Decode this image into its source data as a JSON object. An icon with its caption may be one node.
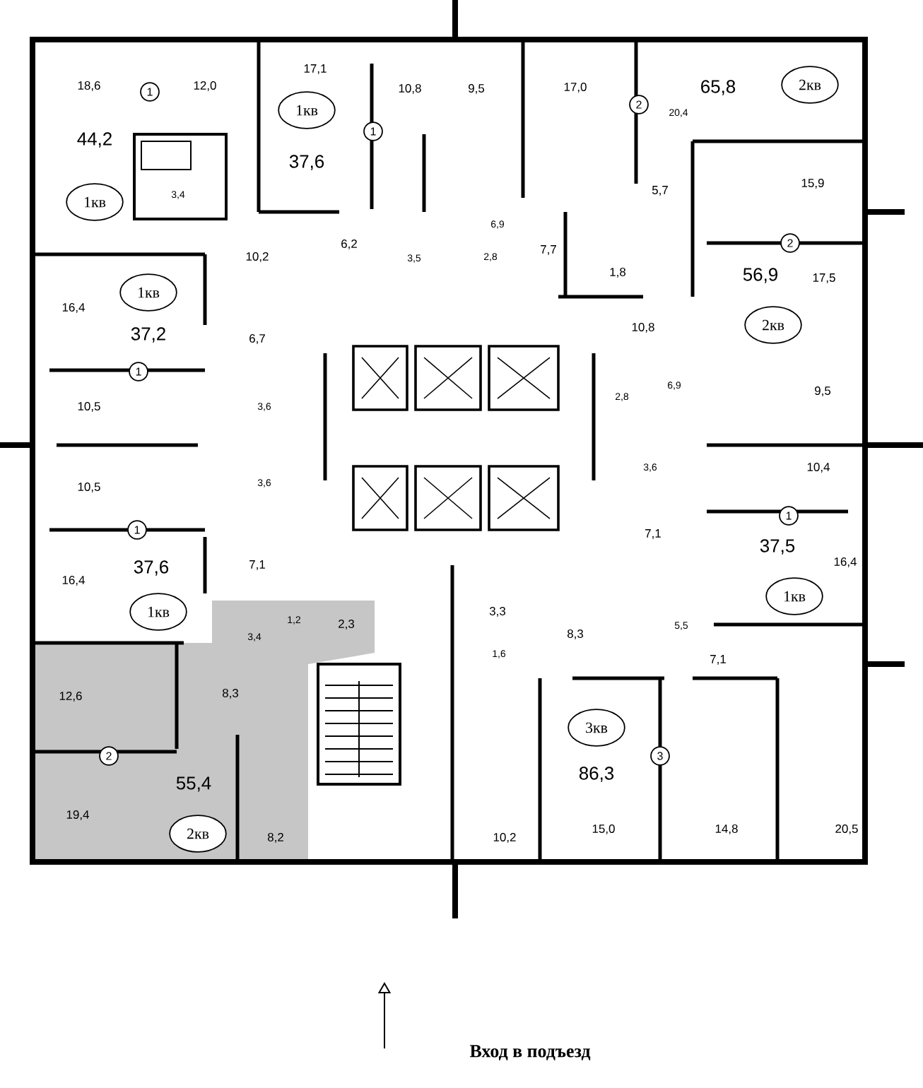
{
  "diagram": {
    "nodes": [
      {
        "text": [
          "1"
        ]
      },
      {
        "text": [
          "1кв"
        ]
      },
      {
        "text": [
          "1"
        ]
      },
      {
        "text": [
          "2"
        ]
      },
      {
        "text": [
          "2кв"
        ]
      },
      {
        "text": [
          "1кв"
        ]
      },
      {
        "text": [
          "2"
        ]
      },
      {
        "text": [
          "1кв"
        ]
      },
      {
        "text": [
          "2кв"
        ]
      },
      {
        "text": [
          "1"
        ]
      },
      {
        "text": [
          "1"
        ]
      },
      {
        "text": [
          "1"
        ]
      },
      {
        "text": [
          "1кв"
        ]
      },
      {
        "text": [
          "1кв"
        ]
      },
      {
        "text": [
          "3кв"
        ]
      },
      {
        "text": [
          "2"
        ]
      },
      {
        "text": [
          "3"
        ]
      },
      {
        "text": [
          "2кв"
        ]
      }
    ],
    "labels": [
      "18,6",
      "12,0",
      "17,1",
      "10,8",
      "9,5",
      "17,0",
      "65,8",
      "20,4",
      "44,2",
      "37,6",
      "15,9",
      "5,7",
      "3,4",
      "6,9",
      "10,2",
      "6,2",
      "7,7",
      "3,5",
      "2,8",
      "1,8",
      "56,9",
      "17,5",
      "16,4",
      "10,8",
      "37,2",
      "6,7",
      "6,9",
      "2,8",
      "9,5",
      "10,5",
      "3,6",
      "3,6",
      "10,4",
      "3,6",
      "10,5",
      "7,1",
      "37,5",
      "16,4",
      "7,1",
      "37,6",
      "16,4",
      "3,3",
      "1,2",
      "2,3",
      "5,5",
      "8,3",
      "3,4",
      "1,6",
      "7,1",
      "8,3",
      "12,6",
      "86,3",
      "55,4",
      "19,4",
      "15,0",
      "14,8",
      "10,2",
      "8,2",
      "20,5",
      "Вход в подъезд"
    ]
  }
}
